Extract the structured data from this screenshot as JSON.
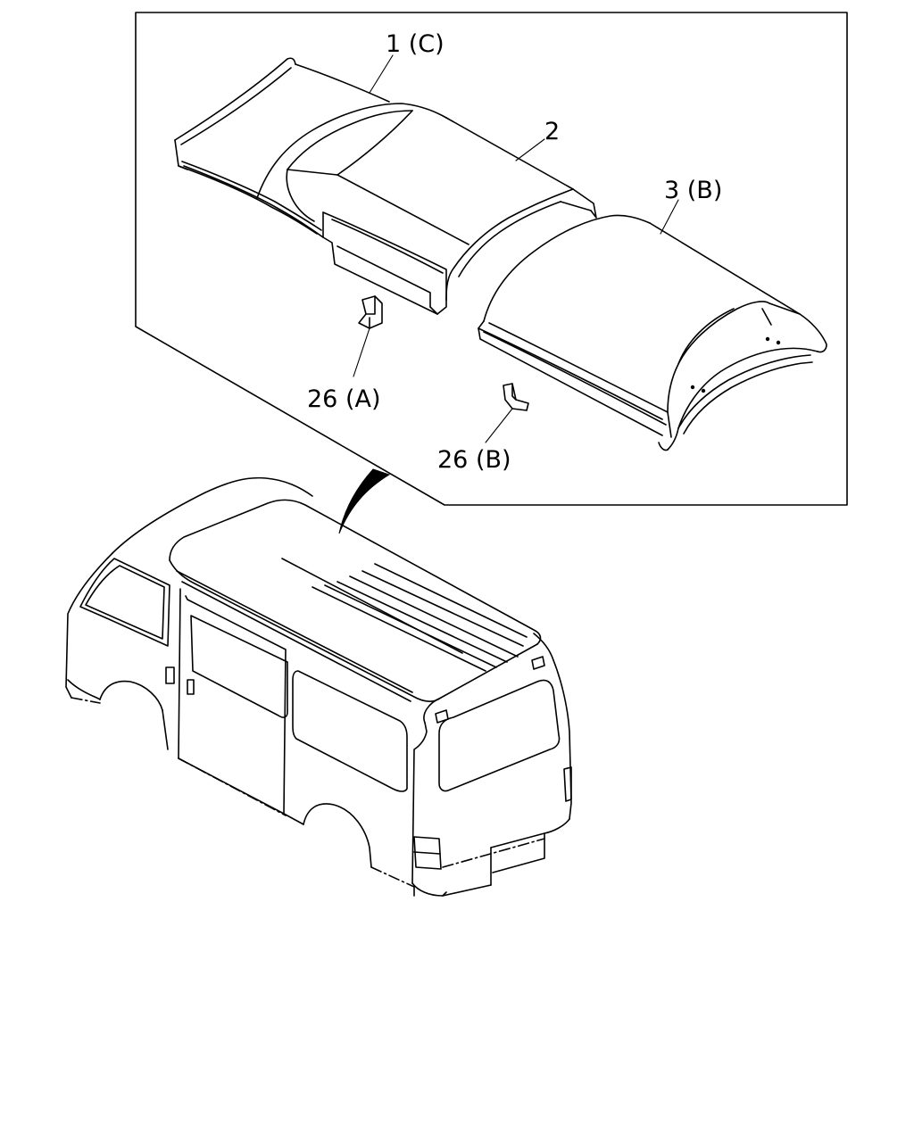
{
  "callouts": {
    "part_1": "1 (C)",
    "part_2": "2",
    "part_3": "3 (B)",
    "part_26a": "26 (A)",
    "part_26b": "26 (B)"
  }
}
